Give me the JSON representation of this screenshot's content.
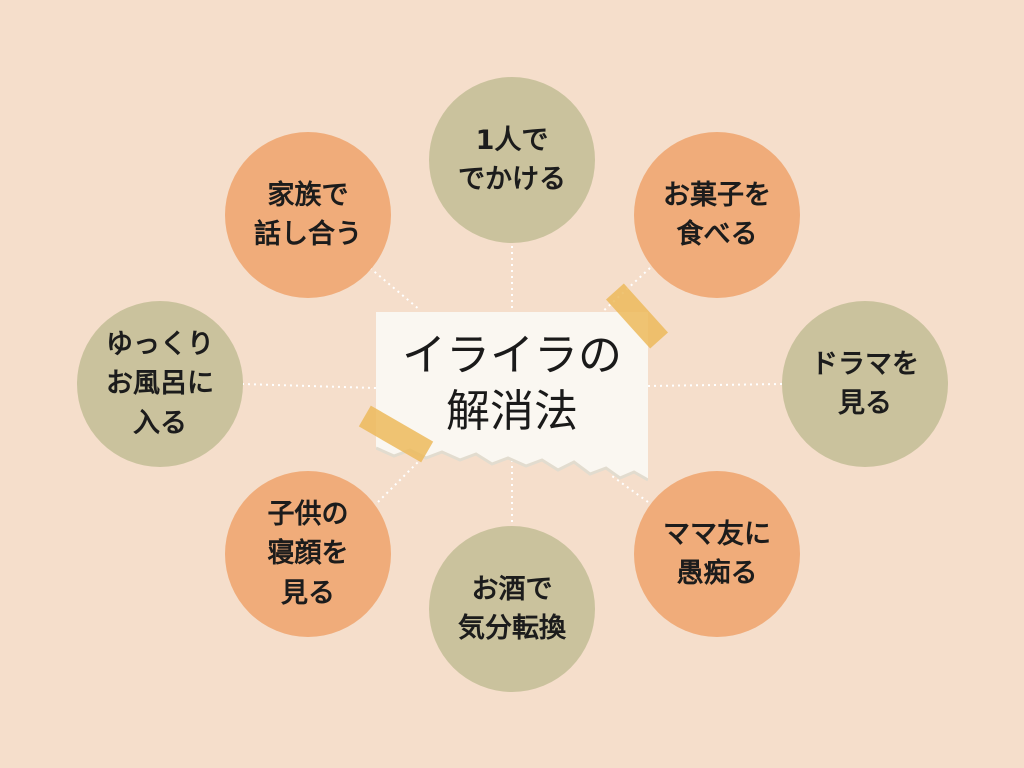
{
  "center": {
    "title": "イライラの\n解消法"
  },
  "nodes": [
    {
      "id": "top",
      "label": "1人で\nでかける",
      "color": "#cac29d"
    },
    {
      "id": "upper-right",
      "label": "お菓子を\n食べる",
      "color": "#f0ac7a"
    },
    {
      "id": "right",
      "label": "ドラマを\n見る",
      "color": "#cac29d"
    },
    {
      "id": "lower-right",
      "label": "ママ友に\n愚痴る",
      "color": "#f0ac7a"
    },
    {
      "id": "bottom",
      "label": "お酒で\n気分転換",
      "color": "#cac29d"
    },
    {
      "id": "lower-left",
      "label": "子供の\n寝顔を\n見る",
      "color": "#f0ac7a"
    },
    {
      "id": "left",
      "label": "ゆっくり\nお風呂に\n入る",
      "color": "#cac29d"
    },
    {
      "id": "upper-left",
      "label": "家族で\n話し合う",
      "color": "#f0ac7a"
    }
  ],
  "colors": {
    "background": "#f5decb",
    "olive": "#cac29d",
    "orange": "#f0ac7a",
    "paper": "#faf7f1",
    "tape": "#ecba5c"
  }
}
